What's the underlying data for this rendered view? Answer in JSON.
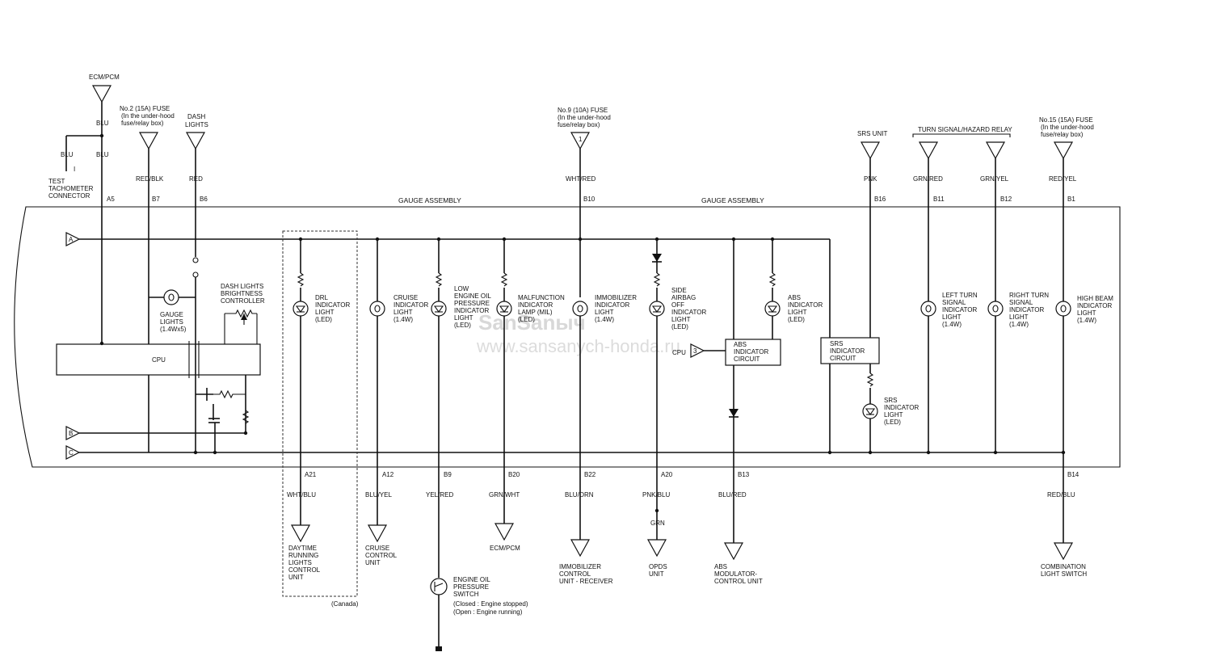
{
  "watermark": {
    "line1": "SanSanыч",
    "line2": "www.sansanych-honda.ru"
  },
  "top_connectors": {
    "ecm_pcm": "ECM/PCM",
    "fuse2_l1": "No.2 (15A) FUSE",
    "fuse2_l2": "(In the under-hood",
    "fuse2_l3": "fuse/relay box)",
    "dash_l1": "DASH",
    "dash_l2": "LIGHTS",
    "fuse9_l1": "No.9 (10A) FUSE",
    "fuse9_l2": "(In the under-hood",
    "fuse9_l3": "fuse/relay box)",
    "srs_unit": "SRS UNIT",
    "turn_relay": "TURN SIGNAL/HAZARD RELAY",
    "fuse15_l1": "No.15 (15A) FUSE",
    "fuse15_l2": "(In the under-hood",
    "fuse15_l3": "fuse/relay box)",
    "test_l1": "TEST",
    "test_l2": "TACHOMETER",
    "test_l3": "CONNECTOR"
  },
  "wire_colors_top": {
    "blu1": "BLU",
    "blu2": "BLU",
    "blu3": "BLU",
    "red_blk": "RED/BLK",
    "red": "RED",
    "wht_red": "WHT/RED",
    "pnk": "PNK",
    "grn_red": "GRN/RED",
    "grn_yel": "GRN/YEL",
    "red_yel": "RED/YEL"
  },
  "pins_top": {
    "a5": "A5",
    "b7": "B7",
    "b6": "B6",
    "b10": "B10",
    "b16": "B16",
    "b11": "B11",
    "b12": "B12",
    "b1": "B1"
  },
  "assembly": {
    "left": "GAUGE ASSEMBLY",
    "right": "GAUGE ASSEMBLY"
  },
  "rails": {
    "a": "A",
    "b": "B",
    "c": "C"
  },
  "internal": {
    "cpu_bar": "CPU",
    "cpu_small": "CPU",
    "cpu_pin": "3",
    "gauge_l1": "GAUGE",
    "gauge_l2": "LIGHTS",
    "gauge_l3": "(1.4Wx5)",
    "dash_ctrl_l1": "DASH LIGHTS",
    "dash_ctrl_l2": "BRIGHTNESS",
    "dash_ctrl_l3": "CONTROLLER",
    "drl_l1": "DRL",
    "drl_l2": "INDICATOR",
    "drl_l3": "LIGHT",
    "drl_l4": "(LED)",
    "cruise_l1": "CRUISE",
    "cruise_l2": "INDICATOR",
    "cruise_l3": "LIGHT",
    "cruise_l4": "(1.4W)",
    "oil_l1": "LOW",
    "oil_l2": "ENGINE OIL",
    "oil_l3": "PRESSURE",
    "oil_l4": "INDICATOR",
    "oil_l5": "LIGHT",
    "oil_l6": "(LED)",
    "mil_l1": "MALFUNCTION",
    "mil_l2": "INDICATOR",
    "mil_l3": "LAMP (MIL)",
    "mil_l4": "(LED)",
    "immo_l1": "IMMOBILIZER",
    "immo_l2": "INDICATOR",
    "immo_l3": "LIGHT",
    "immo_l4": "(1.4W)",
    "side_l1": "SIDE",
    "side_l2": "AIRBAG",
    "side_l3": "OFF",
    "side_l4": "INDICATOR",
    "side_l5": "LIGHT",
    "side_l6": "(LED)",
    "abs_l1": "ABS",
    "abs_l2": "INDICATOR",
    "abs_l3": "LIGHT",
    "abs_l4": "(LED)",
    "abs_circ_l1": "ABS",
    "abs_circ_l2": "INDICATOR",
    "abs_circ_l3": "CIRCUIT",
    "srs_circ_l1": "SRS",
    "srs_circ_l2": "INDICATOR",
    "srs_circ_l3": "CIRCUIT",
    "srs_l1": "SRS",
    "srs_l2": "INDICATOR",
    "srs_l3": "LIGHT",
    "srs_l4": "(LED)",
    "left_l1": "LEFT TURN",
    "left_l2": "SIGNAL",
    "left_l3": "INDICATOR",
    "left_l4": "LIGHT",
    "left_l5": "(1.4W)",
    "right_l1": "RIGHT TURN",
    "right_l2": "SIGNAL",
    "right_l3": "INDICATOR",
    "right_l4": "LIGHT",
    "right_l5": "(1.4W)",
    "hb_l1": "HIGH BEAM",
    "hb_l2": "INDICATOR",
    "hb_l3": "LIGHT",
    "hb_l4": "(1.4W)"
  },
  "pins_bottom": {
    "a21": "A21",
    "a12": "A12",
    "b9": "B9",
    "b20": "B20",
    "b22": "B22",
    "a20": "A20",
    "b13": "B13",
    "b14": "B14"
  },
  "wire_colors_bottom": {
    "wht_blu": "WHT/BLU",
    "blu_yel": "BLU/YEL",
    "yel_red": "YEL/RED",
    "grn_wht": "GRN/WHT",
    "blu_orn": "BLU/ORN",
    "pnk_blu": "PNK/BLU",
    "grn": "GRN",
    "blu_red": "BLU/RED",
    "red_blu": "RED/BLU"
  },
  "bottom_units": {
    "drl_l1": "DAYTIME",
    "drl_l2": "RUNNING",
    "drl_l3": "LIGHTS",
    "drl_l4": "CONTROL",
    "drl_l5": "UNIT",
    "canada": "(Canada)",
    "cruise_l1": "CRUISE",
    "cruise_l2": "CONTROL",
    "cruise_l3": "UNIT",
    "oil_l1": "ENGINE OIL",
    "oil_l2": "PRESSURE",
    "oil_l3": "SWITCH",
    "oil_l4": "(Closed : Engine stopped)",
    "oil_l5": "(Open : Engine running)",
    "ecm": "ECM/PCM",
    "immo_l1": "IMMOBILIZER",
    "immo_l2": "CONTROL",
    "immo_l3": "UNIT - RECEIVER",
    "opds_l1": "OPDS",
    "opds_l2": "UNIT",
    "abs_l1": "ABS",
    "abs_l2": "MODULATOR-",
    "abs_l3": "CONTROL UNIT",
    "comb_l1": "COMBINATION",
    "comb_l2": "LIGHT SWITCH"
  }
}
